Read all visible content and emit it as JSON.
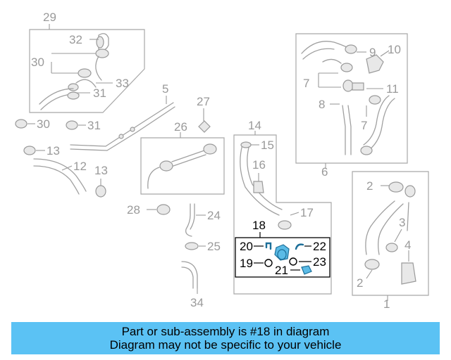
{
  "callouts": [
    "29",
    "32",
    "30",
    "33",
    "31",
    "30",
    "31",
    "5",
    "27",
    "26",
    "13",
    "12",
    "13",
    "28",
    "24",
    "25",
    "34",
    "14",
    "15",
    "16",
    "17",
    "18",
    "20",
    "22",
    "19",
    "23",
    "21",
    "6",
    "10",
    "9",
    "7",
    "11",
    "8",
    "7",
    "2",
    "3",
    "4",
    "2",
    "1"
  ],
  "banner": {
    "line1": "Part or sub-assembly is #18 in diagram",
    "line2": "Diagram may not be specific to your vehicle",
    "color": "#5bc2f4"
  },
  "highlight": {
    "part": "18",
    "color": "#5bbbe6"
  }
}
